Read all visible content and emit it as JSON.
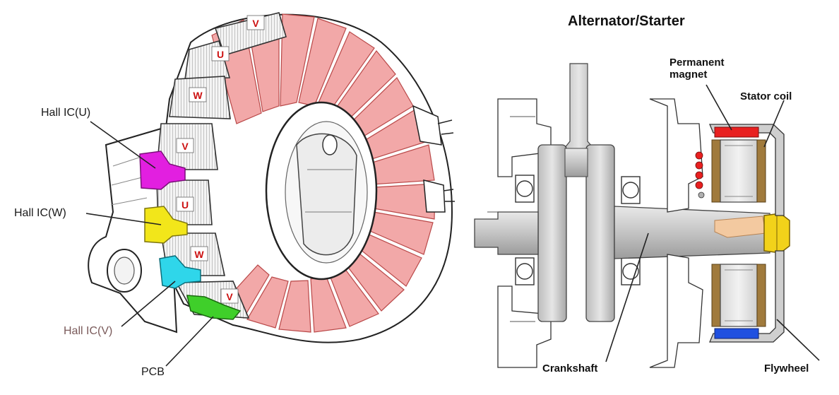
{
  "title": "Alternator/Starter",
  "stator": {
    "labels": {
      "hall_u": "Hall IC(U)",
      "hall_w": "Hall IC(W)",
      "hall_v": "Hall IC(V)",
      "pcb": "PCB"
    },
    "coil_phases": [
      "V",
      "U",
      "W",
      "V",
      "U",
      "W",
      "V"
    ]
  },
  "alternator": {
    "labels": {
      "permanent_magnet": "Permanent magnet",
      "stator_coil": "Stator coil",
      "crankshaft": "Crankshaft",
      "flywheel": "Flywheel"
    }
  },
  "colors": {
    "coil_pink": "#f2a8a8",
    "phase_text": "#cc1111",
    "hall_u": "#e21fe0",
    "hall_w": "#f2e61a",
    "hall_v": "#2fd6ea",
    "pcb": "#3fcf2a",
    "magnet_red": "#e82020",
    "magnet_blue": "#2050e0",
    "bolt_yellow": "#f2d21a",
    "copper": "#a07a3c",
    "shaft_gray": "#c8c8c8"
  }
}
